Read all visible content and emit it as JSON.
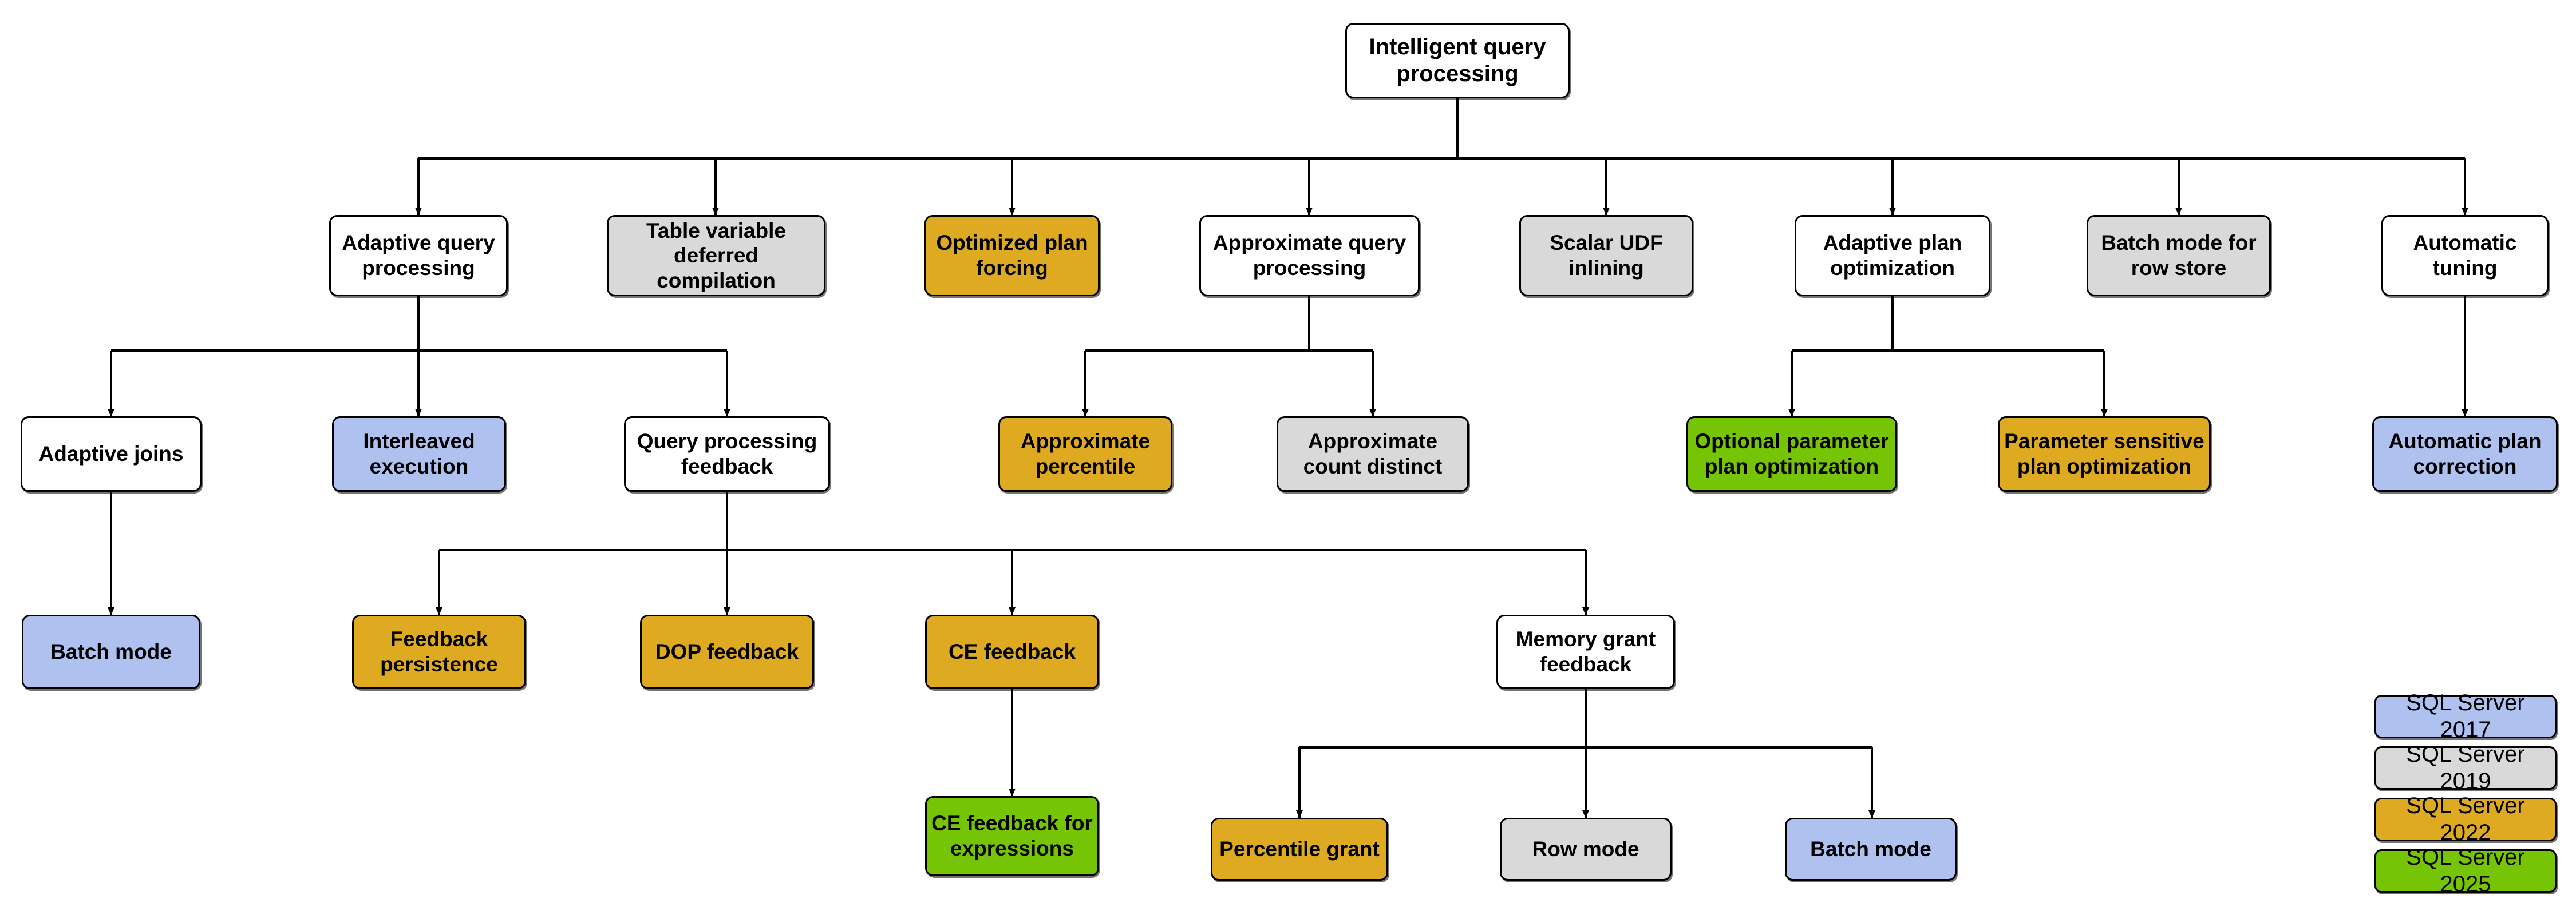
{
  "diagram": {
    "title": "Intelligent query processing",
    "root": {
      "label": "Intelligent query processing",
      "color": "white"
    },
    "level2": [
      {
        "label": "Adaptive query processing",
        "color": "white"
      },
      {
        "label": "Table variable deferred compilation",
        "color": "gray"
      },
      {
        "label": "Optimized plan forcing",
        "color": "amber"
      },
      {
        "label": "Approximate query processing",
        "color": "white"
      },
      {
        "label": "Scalar UDF inlining",
        "color": "gray"
      },
      {
        "label": "Adaptive plan optimization",
        "color": "white"
      },
      {
        "label": "Batch mode for row store",
        "color": "gray"
      },
      {
        "label": "Automatic tuning",
        "color": "white"
      }
    ],
    "level3": [
      {
        "label": "Adaptive joins",
        "color": "white"
      },
      {
        "label": "Interleaved execution",
        "color": "blue"
      },
      {
        "label": "Query processing feedback",
        "color": "white"
      },
      {
        "label": "Approximate percentile",
        "color": "amber"
      },
      {
        "label": "Approximate count distinct",
        "color": "gray"
      },
      {
        "label": "Optional parameter plan optimization",
        "color": "green"
      },
      {
        "label": "Parameter sensitive plan optimization",
        "color": "amber"
      },
      {
        "label": "Automatic plan correction",
        "color": "blue"
      }
    ],
    "level4": [
      {
        "label": "Batch mode",
        "color": "blue"
      },
      {
        "label": "Feedback persistence",
        "color": "amber"
      },
      {
        "label": "DOP feedback",
        "color": "amber"
      },
      {
        "label": "CE feedback",
        "color": "amber"
      },
      {
        "label": "Memory grant feedback",
        "color": "white"
      }
    ],
    "level5": [
      {
        "label": "CE feedback for expressions",
        "color": "green"
      },
      {
        "label": "Percentile grant",
        "color": "amber"
      },
      {
        "label": "Row mode",
        "color": "gray"
      },
      {
        "label": "Batch mode",
        "color": "blue"
      }
    ]
  },
  "legend": {
    "items": [
      {
        "label": "SQL Server 2017",
        "color": "blue"
      },
      {
        "label": "SQL Server 2019",
        "color": "gray"
      },
      {
        "label": "SQL Server 2022",
        "color": "amber"
      },
      {
        "label": "SQL Server 2025",
        "color": "green"
      }
    ]
  },
  "colors": {
    "white": "#ffffff",
    "gray": "#d9d9d9",
    "amber": "#ddaa22",
    "blue": "#aec1ef",
    "green": "#76c406",
    "stroke": "#000000"
  }
}
